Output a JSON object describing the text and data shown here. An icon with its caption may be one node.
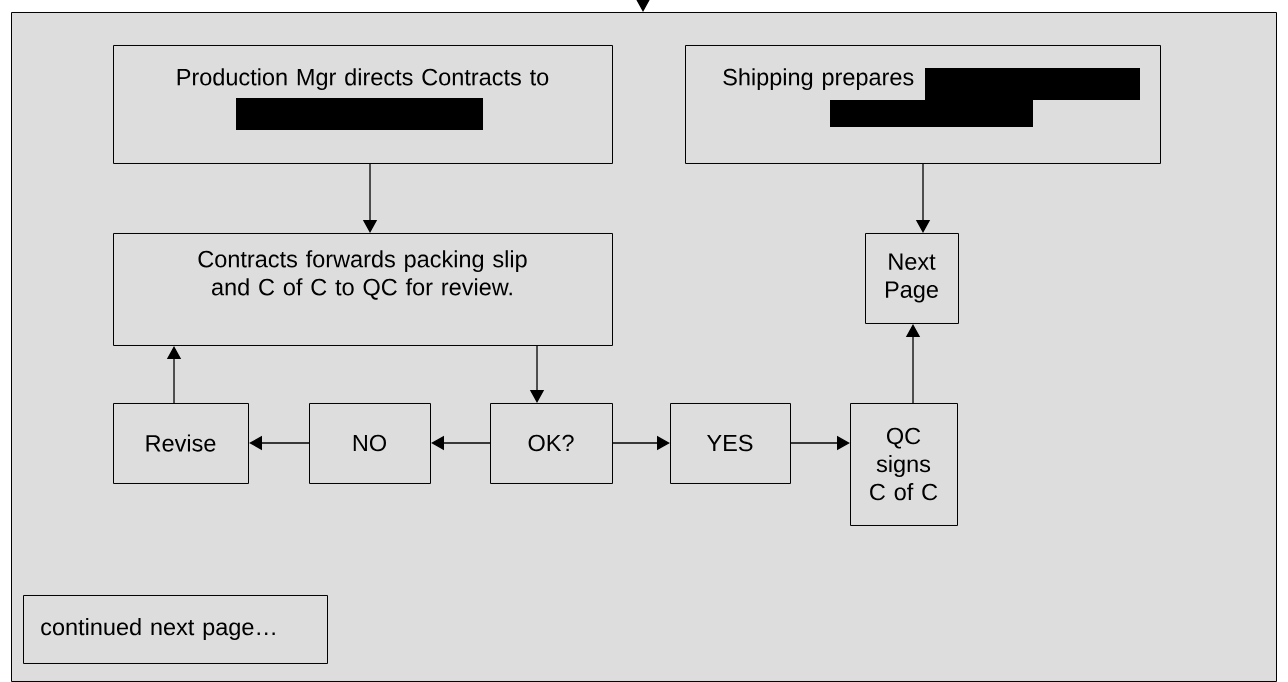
{
  "diagram": {
    "nodes": [
      {
        "text": [],
        "shape": "box"
      },
      {
        "text": [
          "Production Mgr directs Contracts to"
        ],
        "in": 0
      },
      {
        "text": [
          "Shipping prepares"
        ],
        "in": 0
      },
      {
        "text": [
          "Contracts forwards packing slip and C of C to QC for review."
        ],
        "in": 0
      },
      {
        "text": [
          "Next Page"
        ],
        "in": 0
      },
      {
        "text": [
          "Revise"
        ],
        "in": 0
      },
      {
        "text": [
          "NO"
        ],
        "in": 0
      },
      {
        "text": [
          "OK?"
        ],
        "in": 0
      },
      {
        "text": [
          "YES"
        ],
        "in": 0
      },
      {
        "text": [
          "QC signs C of C"
        ],
        "in": 0
      },
      {
        "text": [
          "continued next page…"
        ],
        "in": 0
      }
    ],
    "edges": [
      {
        "from": null,
        "to": 0,
        "arrow": "to"
      },
      {
        "from": 1,
        "to": 3,
        "arrow": "to"
      },
      {
        "from": 2,
        "to": 4,
        "arrow": "to"
      },
      {
        "from": 3,
        "to": 7,
        "arrow": "to"
      },
      {
        "from": 7,
        "to": 6,
        "arrow": "to"
      },
      {
        "from": 6,
        "to": 5,
        "arrow": "to"
      },
      {
        "from": 5,
        "to": 3,
        "arrow": "to"
      },
      {
        "from": 7,
        "to": 8,
        "arrow": "to"
      },
      {
        "from": 8,
        "to": 9,
        "arrow": "to"
      },
      {
        "from": 9,
        "to": 4,
        "arrow": "to"
      }
    ]
  }
}
